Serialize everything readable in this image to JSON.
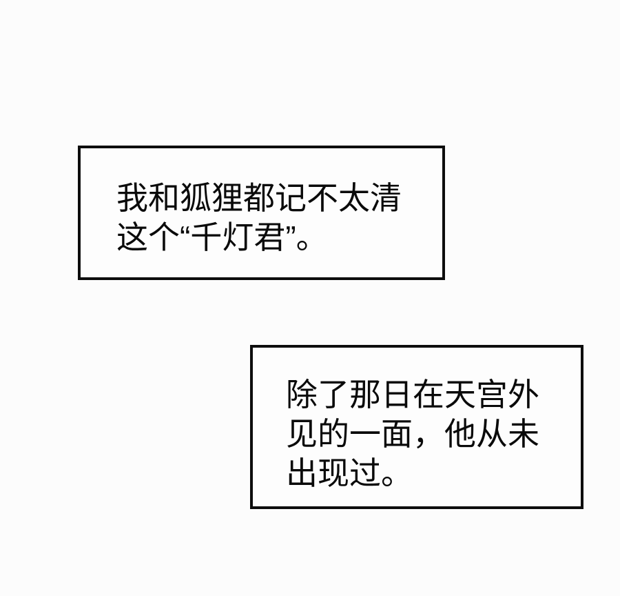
{
  "page": {
    "background_color": "#fcfcfc",
    "panel_fill_color": "#fdfdfd",
    "panel_border_color": "#0d0d0d",
    "text_color": "#0a0a0a"
  },
  "captions": [
    {
      "id": "caption-1",
      "lines": {
        "0": "我和狐狸都记不太清",
        "1": "这个“千灯君”。"
      },
      "full_text": "我和狐狸都记不太清这个“千灯君”。"
    },
    {
      "id": "caption-2",
      "lines": {
        "0": "除了那日在天宫外",
        "1": "见的一面，他从未",
        "2": "出现过。"
      },
      "full_text": "除了那日在天宫外见的一面，他从未出现过。"
    }
  ]
}
